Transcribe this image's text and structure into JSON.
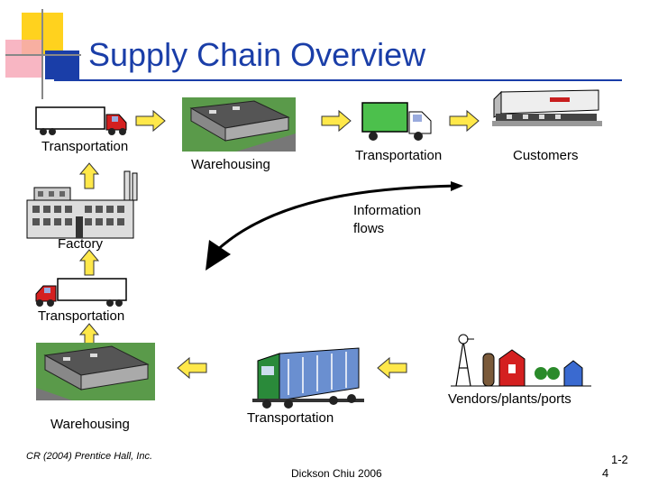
{
  "slide": {
    "title": "Supply Chain Overview",
    "accent_blue": "#1a3ea8",
    "accent_yellow": "#ffd21e",
    "accent_pink": "#f7a9b9",
    "arrow_fill": "#ffe84a"
  },
  "labels": {
    "transportation_truck": "Transportation",
    "warehousing_top": "Warehousing",
    "transportation_box_truck": "Transportation",
    "customers": "Customers",
    "information_flows_line1": "Information",
    "information_flows_line2": "flows",
    "factory": "Factory",
    "transportation_inbound": "Transportation",
    "warehousing_bottom": "Warehousing",
    "transportation_train": "Transportation",
    "vendors": "Vendors/plants/ports"
  },
  "footer": {
    "copyright": "CR (2004) Prentice Hall, Inc.",
    "author": "Dickson Chiu 2006",
    "page_line1": "1-2",
    "page_line2": "4"
  }
}
